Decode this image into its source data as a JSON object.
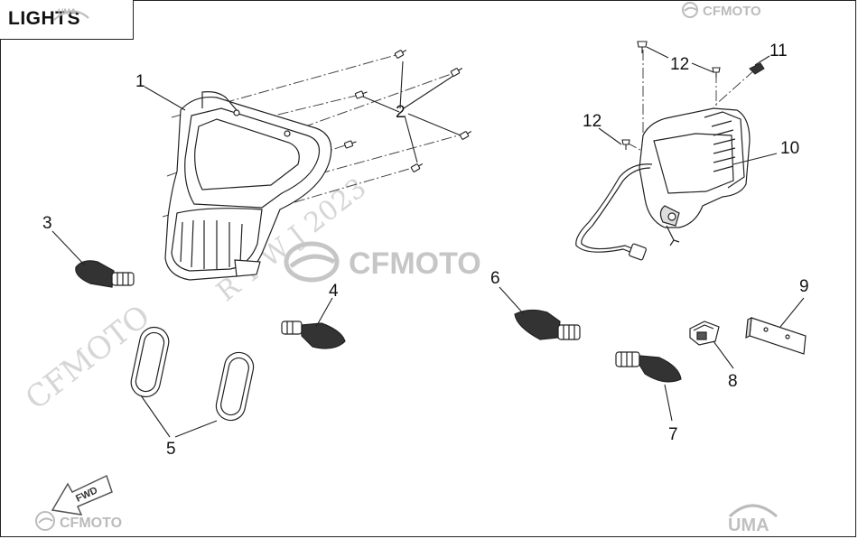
{
  "title": "LIGHTS",
  "brand": {
    "top_right": "CFMOTO",
    "center": "CFMOTO",
    "bottom_left": "CFMOTO",
    "bottom_right": "UMA",
    "title_mark": "UMA"
  },
  "watermark": {
    "text_a": "CFMOTO",
    "text_b": "R Y   W J   2023"
  },
  "fwd_label": "FWD",
  "callouts": {
    "c1": "1",
    "c2": "2",
    "c3": "3",
    "c4": "4",
    "c5": "5",
    "c6": "6",
    "c7": "7",
    "c8": "8",
    "c9": "9",
    "c10": "10",
    "c11": "11",
    "c12a": "12",
    "c12b": "12"
  },
  "colors": {
    "line": "#222222",
    "watermark": "#d6d6d6"
  }
}
